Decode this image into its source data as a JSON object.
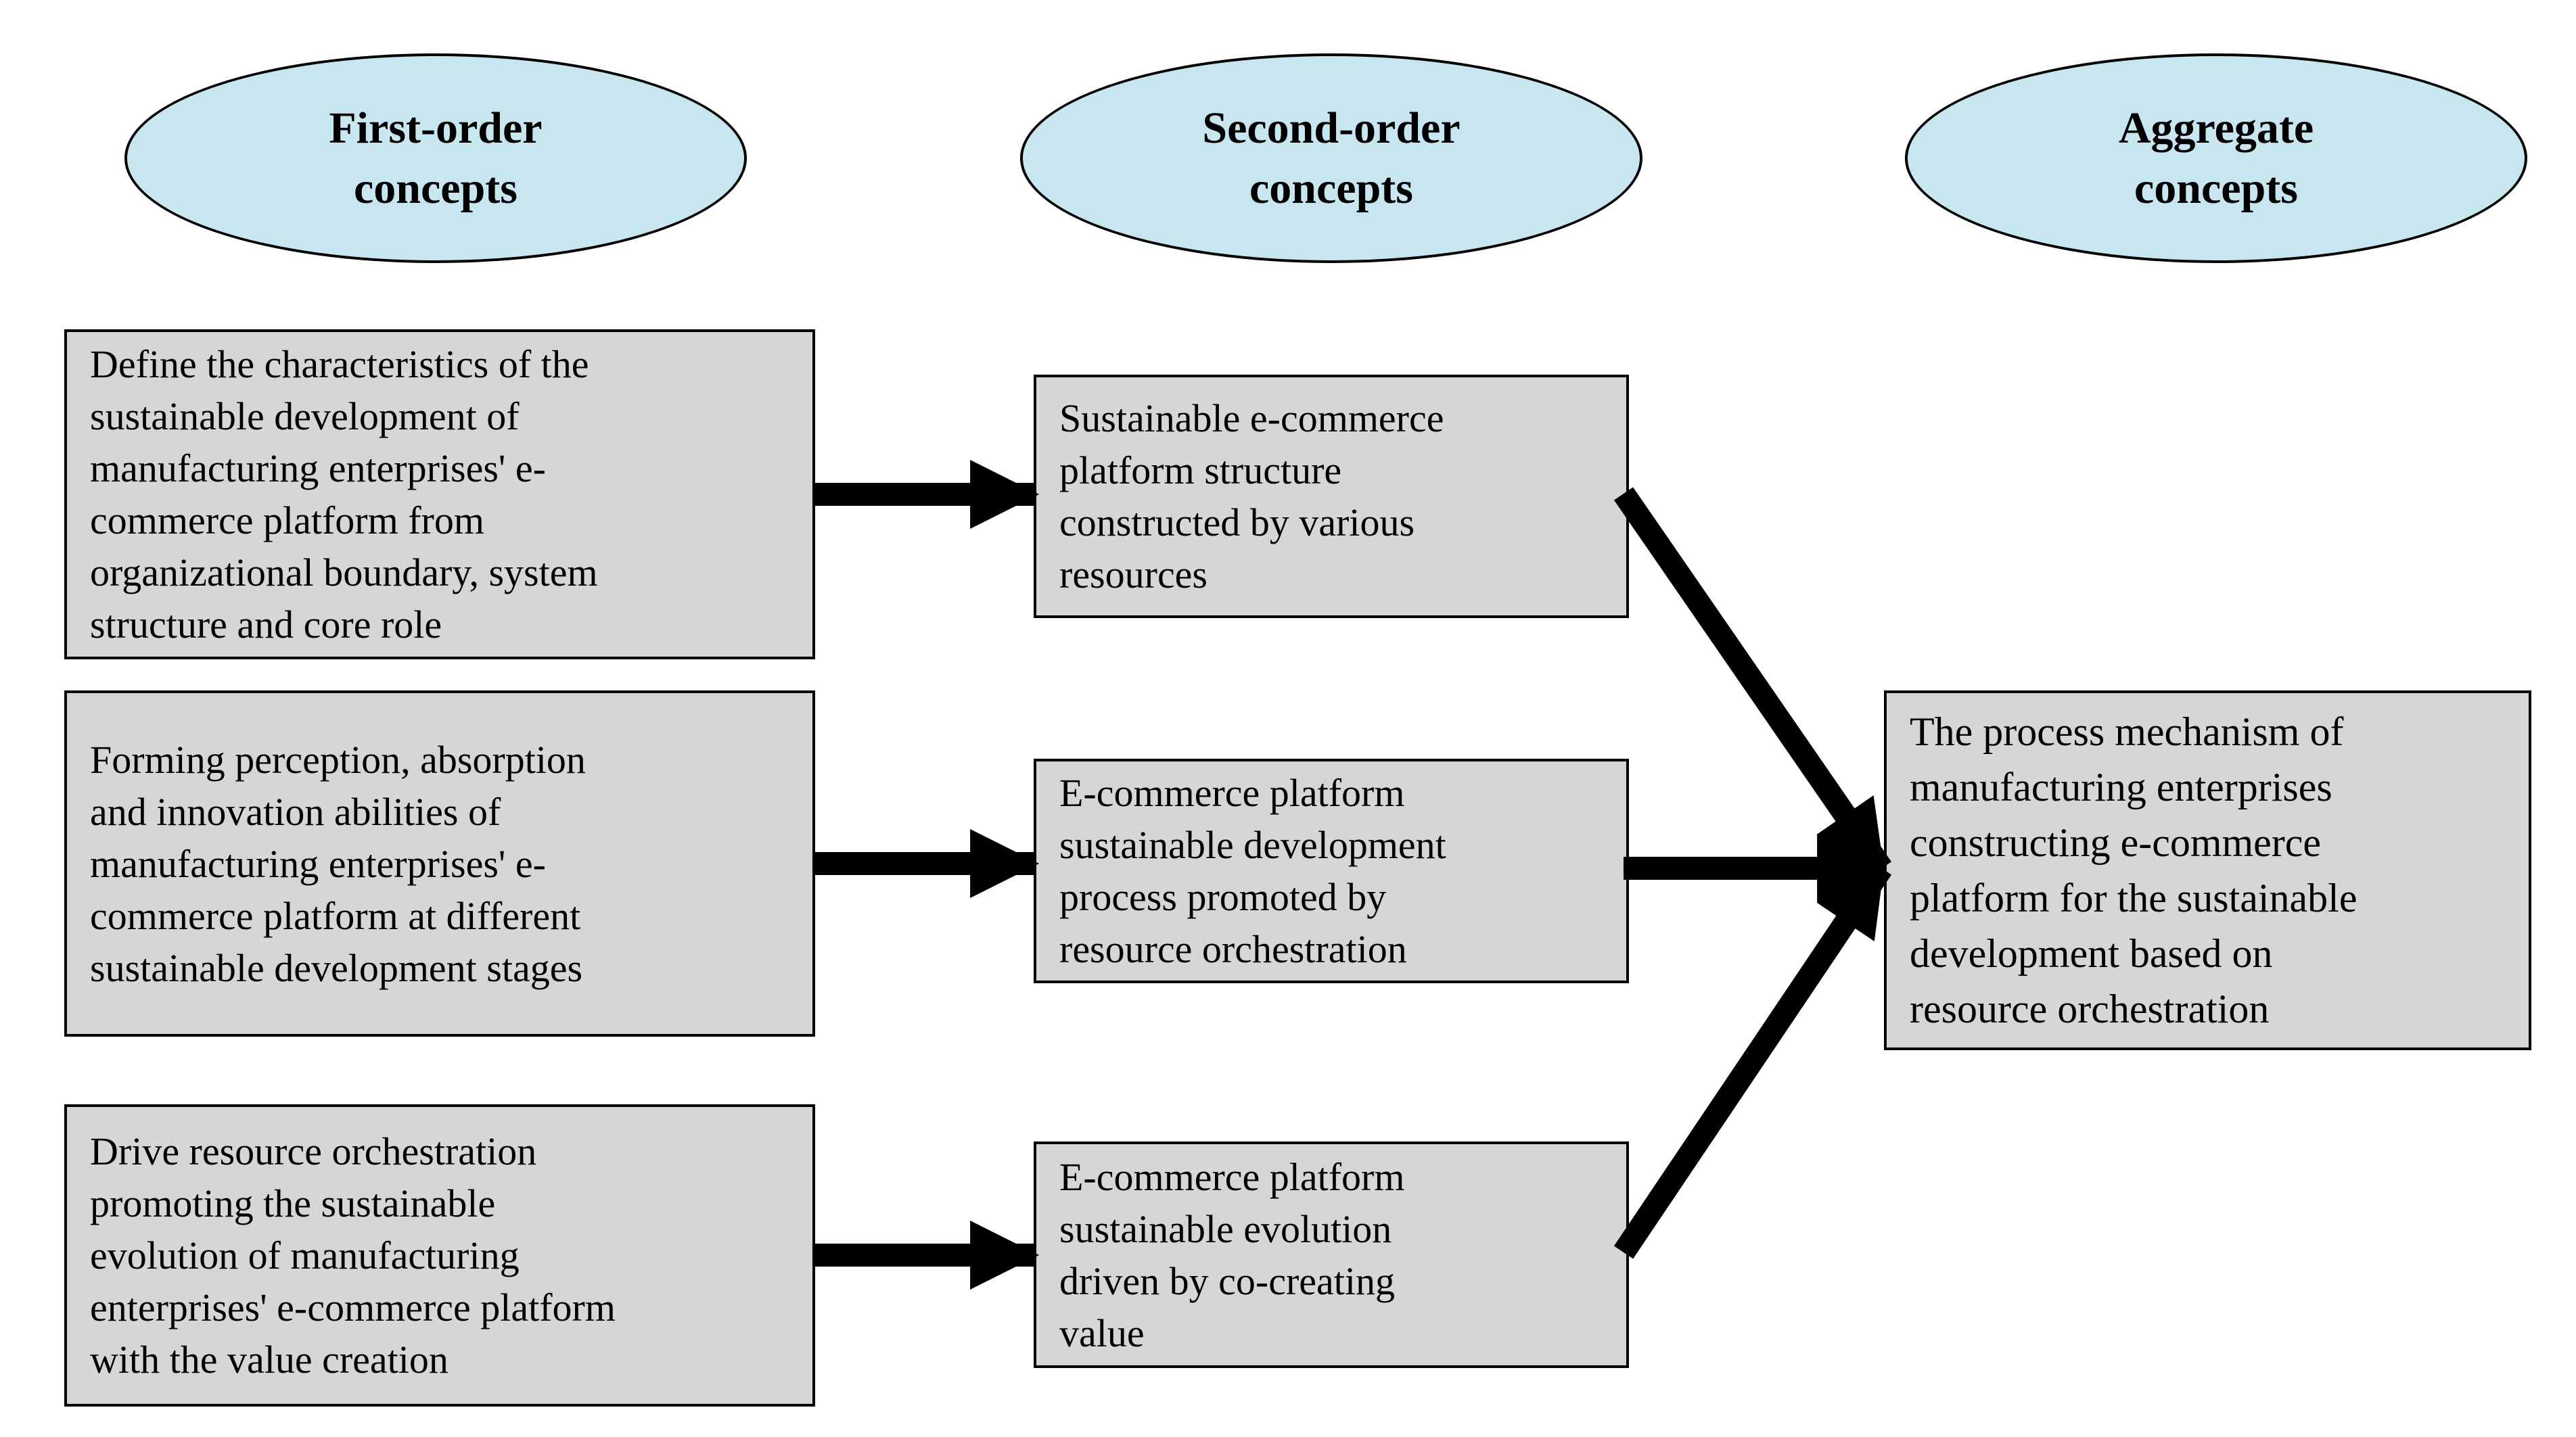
{
  "colors": {
    "ellipse_fill": "#c8e6f0",
    "box_fill": "#d6d6d6",
    "stroke": "#000000",
    "background": "#ffffff",
    "arrow": "#000000"
  },
  "headers": [
    {
      "label": "First-order\nconcepts"
    },
    {
      "label": "Second-order\nconcepts"
    },
    {
      "label": "Aggregate\nconcepts"
    }
  ],
  "first_order_concepts": [
    "Define the characteristics of the\nsustainable development of\nmanufacturing enterprises' e-\ncommerce platform from\norganizational boundary, system\nstructure and core role",
    "Forming perception, absorption\nand innovation abilities of\nmanufacturing enterprises' e-\ncommerce platform at different\nsustainable development stages",
    "Drive resource orchestration\npromoting the sustainable\nevolution of manufacturing\nenterprises' e-commerce platform\nwith the value creation"
  ],
  "second_order_concepts": [
    "Sustainable e-commerce\nplatform structure\nconstructed by various\nresources",
    "E-commerce platform\nsustainable development\nprocess promoted by\nresource orchestration",
    "E-commerce platform\nsustainable evolution\ndriven by co-creating\nvalue"
  ],
  "aggregate_concept": "The process mechanism of\nmanufacturing enterprises\nconstructing e-commerce\nplatform for the sustainable\ndevelopment based on\nresource orchestration"
}
